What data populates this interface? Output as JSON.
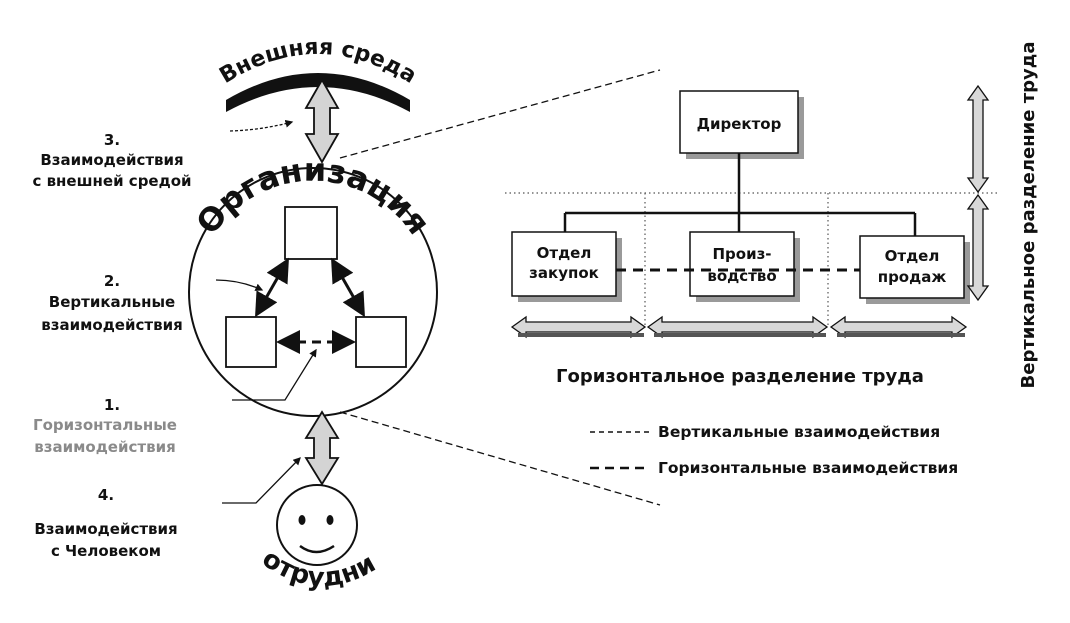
{
  "env_label": "Внешняя среда",
  "org_label": "Организация",
  "employee_label": "Сотрудник",
  "left_labels": {
    "item3": {
      "num": "3.",
      "line1": "Взаимодействия",
      "line2": "с внешней средой"
    },
    "item2": {
      "num": "2.",
      "line1": "Вертикальные",
      "line2": "взаимодействия"
    },
    "item1": {
      "num": "1.",
      "line1": "Горизонтальные",
      "line2": "взаимодействия"
    },
    "item4": {
      "num": "4.",
      "line1": "Взаимодействия",
      "line2": "с Человеком"
    }
  },
  "org_chart": {
    "director": "Директор",
    "purchasing": {
      "line1": "Отдел",
      "line2": "закупок"
    },
    "production": {
      "line1": "Произ-",
      "line2": "водство"
    },
    "sales": {
      "line1": "Отдел",
      "line2": "продаж"
    }
  },
  "horizontal_division": "Горизонтальное разделение труда",
  "vertical_division": "Вертикальное разделение труда",
  "legend": {
    "vertical": "Вертикальные взаимодействия",
    "horizontal": "Горизонтальные взаимодействия"
  }
}
